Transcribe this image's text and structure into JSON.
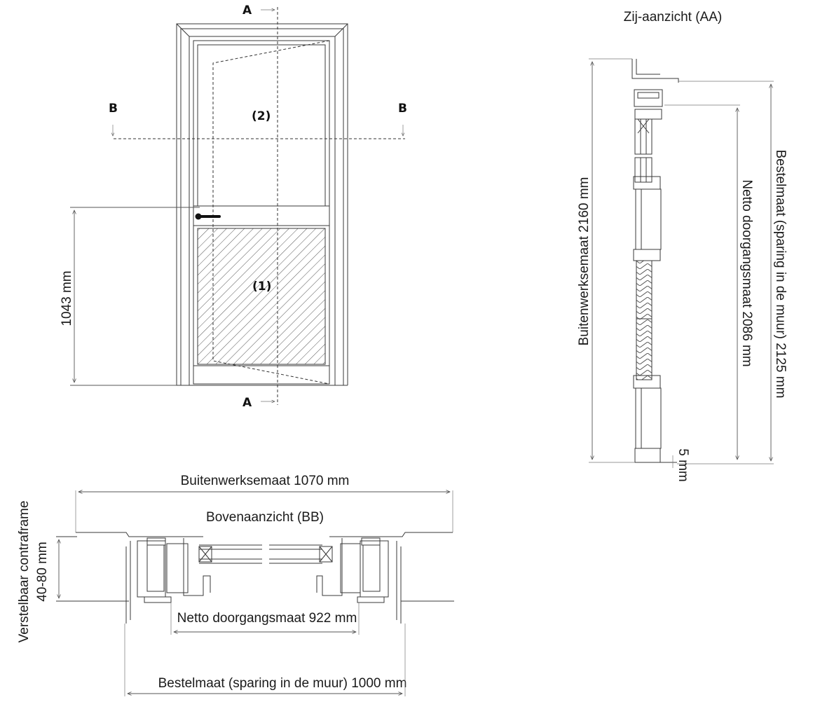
{
  "front_view": {
    "section_a_top": "A",
    "section_a_bottom": "A",
    "section_b_left": "B",
    "section_b_right": "B",
    "panel_upper": "(2)",
    "panel_lower": "(1)",
    "handle_height": "1043 mm"
  },
  "side_view": {
    "title": "Zij-aanzicht  (AA)",
    "outer_size": "Buitenwerksemaat 2160 mm",
    "net_passage": "Netto doorgangsmaat 2086 mm",
    "order_size": "Bestelmaat (sparing in de muur) 2125 mm",
    "gap": "5 mm"
  },
  "top_view": {
    "title": "Bovenaanzicht (BB)",
    "outer_size": "Buitenwerksemaat 1070 mm",
    "net_passage": "Netto doorgangsmaat 922 mm",
    "order_size": "Bestelmaat (sparing in de muur) 1000 mm",
    "contraframe_line1": "Verstelbaar contraframe",
    "contraframe_line2": "40-80 mm"
  }
}
